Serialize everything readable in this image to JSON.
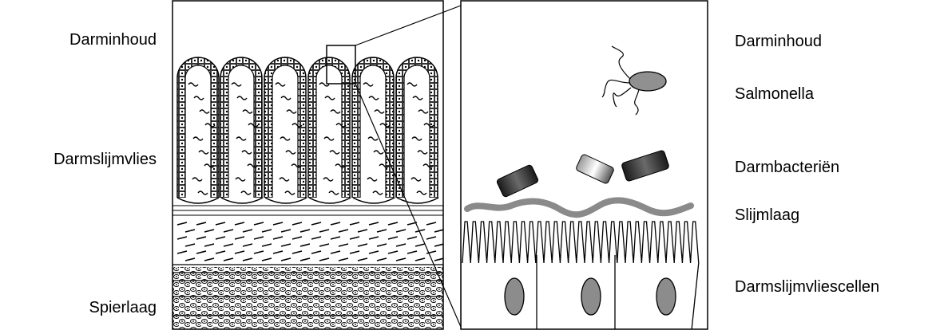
{
  "left_labels": [
    "Darminhoud",
    "Darmslijmvlies",
    "Spierlaag"
  ],
  "right_labels": [
    "Darminhoud",
    "Salmonella",
    "Darmbacteriën",
    "Slijmlaag",
    "Darmslijmvliescellen"
  ],
  "colors": {
    "line": "#000000",
    "mucus": "#8a8a8a",
    "nucleus": "#8c8c8c",
    "bacterium_dark": "#3a3a3a",
    "bacterium_light": "#d8d8d8",
    "salmonella": "#909090"
  }
}
